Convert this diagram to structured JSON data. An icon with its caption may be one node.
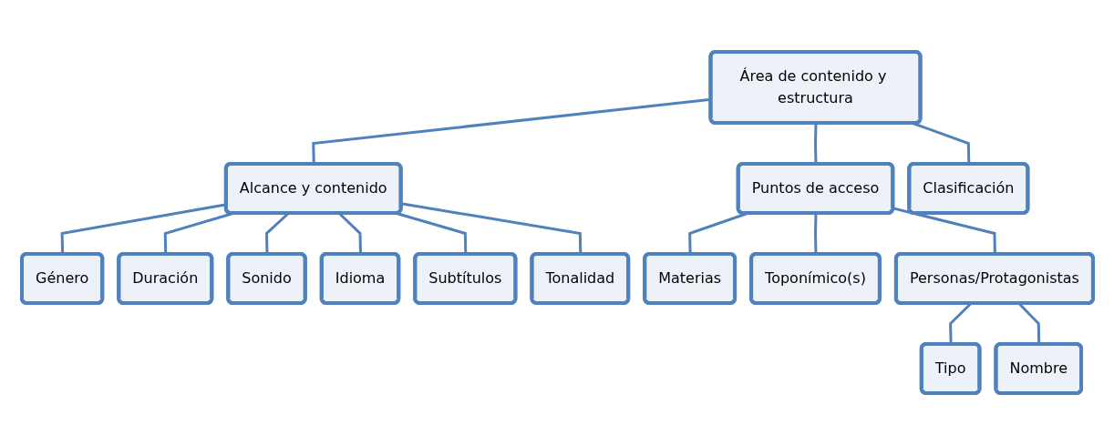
{
  "diagram": {
    "nodes": [
      {
        "text": [
          "Área de contenido y estructura"
        ]
      },
      {
        "text": [
          "Alcance y contenido"
        ]
      },
      {
        "text": [
          "Puntos de acceso"
        ]
      },
      {
        "text": [
          "Clasificación"
        ]
      },
      {
        "text": [
          "Género"
        ]
      },
      {
        "text": [
          "Duración"
        ]
      },
      {
        "text": [
          "Sonido"
        ]
      },
      {
        "text": [
          "Idioma"
        ]
      },
      {
        "text": [
          "Subtítulos"
        ]
      },
      {
        "text": [
          "Tonalidad"
        ]
      },
      {
        "text": [
          "Materias"
        ]
      },
      {
        "text": [
          "Toponímico(s)"
        ]
      },
      {
        "text": [
          "Personas/Protagonistas"
        ]
      },
      {
        "text": [
          "Tipo"
        ]
      },
      {
        "text": [
          "Nombre"
        ]
      }
    ],
    "edges": [
      {
        "from": 0,
        "to": 1,
        "arrow": "none"
      },
      {
        "from": 0,
        "to": 2,
        "arrow": "none"
      },
      {
        "from": 0,
        "to": 3,
        "arrow": "none"
      },
      {
        "from": 1,
        "to": 4,
        "arrow": "none"
      },
      {
        "from": 1,
        "to": 5,
        "arrow": "none"
      },
      {
        "from": 1,
        "to": 6,
        "arrow": "none"
      },
      {
        "from": 1,
        "to": 7,
        "arrow": "none"
      },
      {
        "from": 1,
        "to": 8,
        "arrow": "none"
      },
      {
        "from": 1,
        "to": 9,
        "arrow": "none"
      },
      {
        "from": 2,
        "to": 10,
        "arrow": "none"
      },
      {
        "from": 2,
        "to": 11,
        "arrow": "none"
      },
      {
        "from": 2,
        "to": 12,
        "arrow": "none"
      },
      {
        "from": 12,
        "to": 13,
        "arrow": "none"
      },
      {
        "from": 12,
        "to": 14,
        "arrow": "none"
      }
    ]
  }
}
